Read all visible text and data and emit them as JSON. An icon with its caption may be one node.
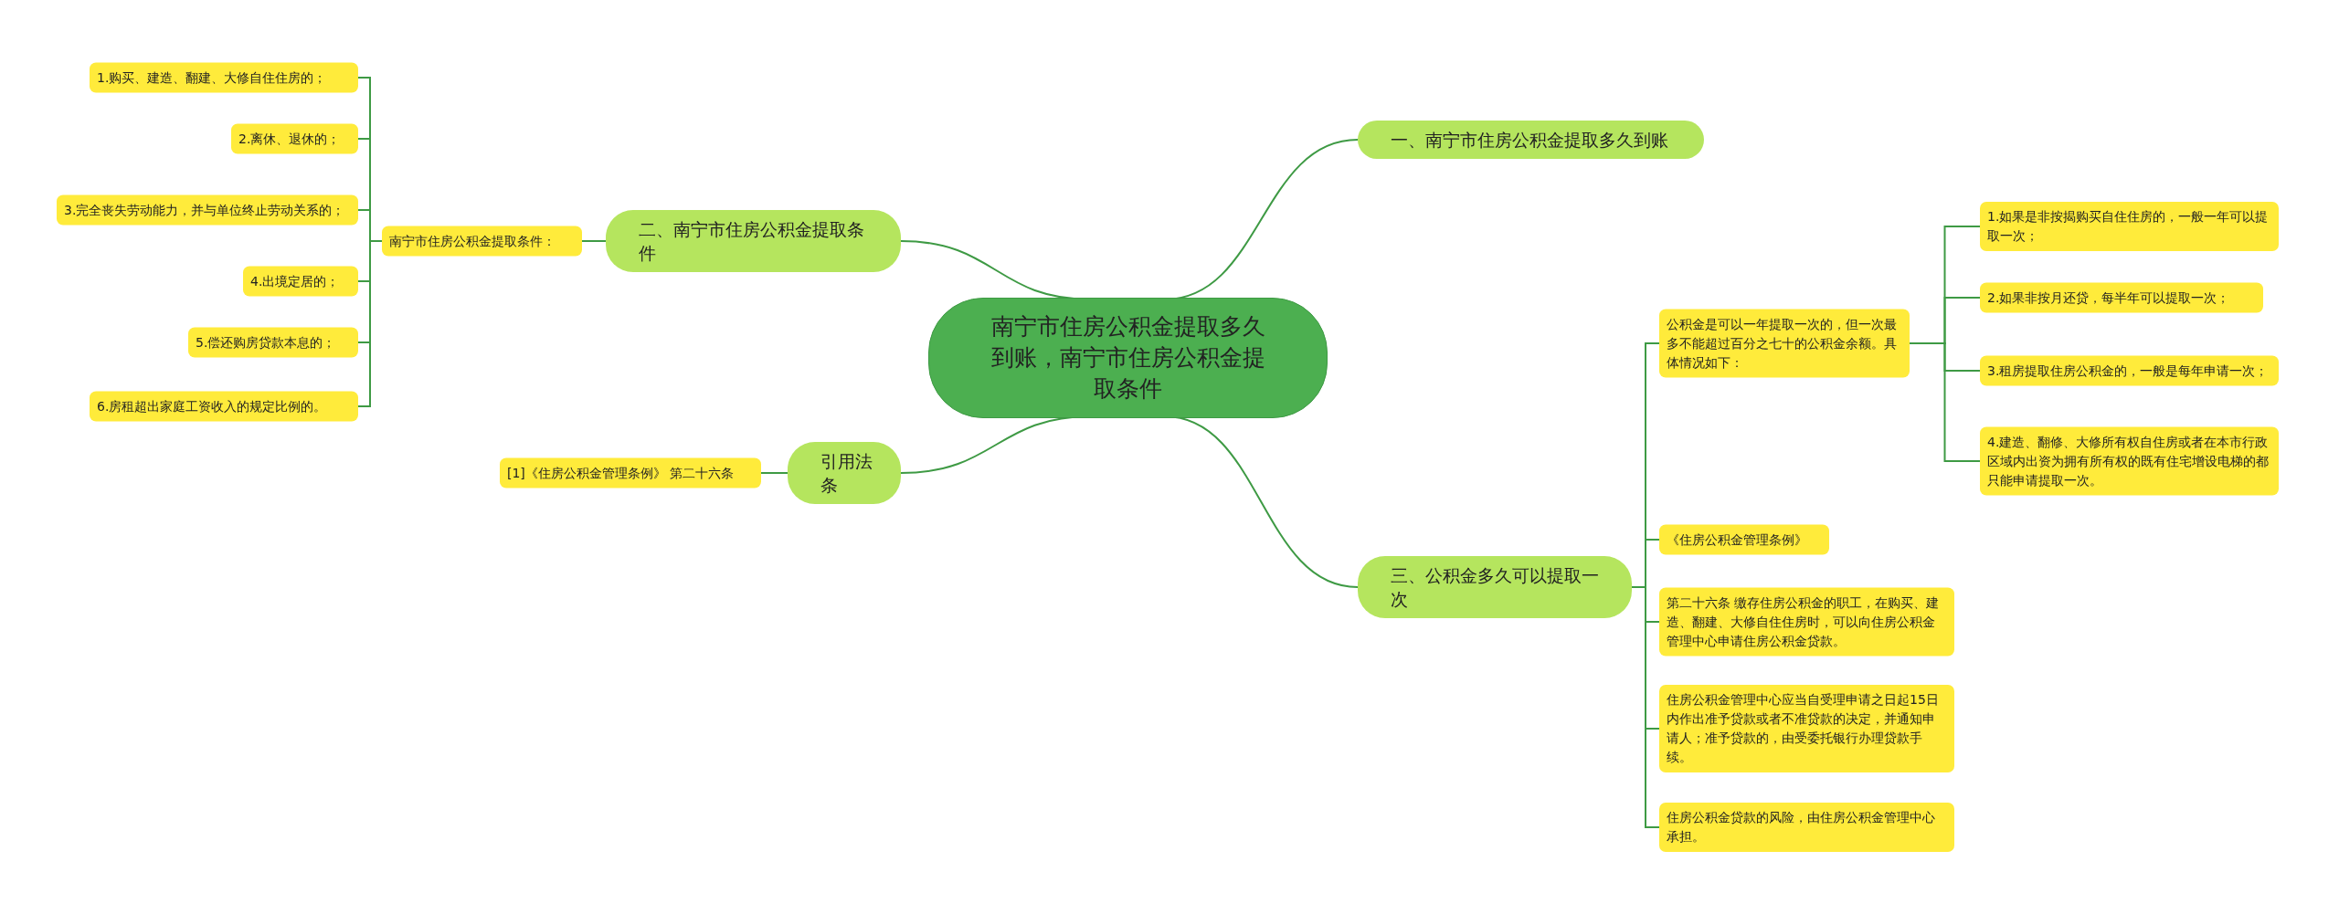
{
  "diagram": {
    "nodes": [
      {
        "text": [
          "南宁市住房公积金提取多久到账，南宁市住房公积金提取条件"
        ]
      },
      {
        "text": [
          "一、南宁市住房公积金提取多久到账"
        ]
      },
      {
        "text": [
          "二、南宁市住房公积金提取条件"
        ]
      },
      {
        "text": [
          "南宁市住房公积金提取条件："
        ]
      },
      {
        "text": [
          "1.购买、建造、翻建、大修自住住房的；"
        ]
      },
      {
        "text": [
          "2.离休、退休的；"
        ]
      },
      {
        "text": [
          "3.完全丧失劳动能力，并与单位终止劳动关系的；"
        ]
      },
      {
        "text": [
          "4.出境定居的；"
        ]
      },
      {
        "text": [
          "5.偿还购房贷款本息的；"
        ]
      },
      {
        "text": [
          "6.房租超出家庭工资收入的规定比例的。"
        ]
      },
      {
        "text": [
          "引用法条"
        ]
      },
      {
        "text": [
          "[1]《住房公积金管理条例》 第二十六条"
        ]
      },
      {
        "text": [
          "三、公积金多久可以提取一次"
        ]
      },
      {
        "text": [
          "公积金是可以一年提取一次的，但一次最多不能超过百分之七十的公积金余额。具体情况如下："
        ]
      },
      {
        "text": [
          "1.如果是非按揭购买自住住房的，一般一年可以提取一次；"
        ]
      },
      {
        "text": [
          "2.如果非按月还贷，每半年可以提取一次；"
        ]
      },
      {
        "text": [
          "3.租房提取住房公积金的，一般是每年申请一次；"
        ]
      },
      {
        "text": [
          "4.建造、翻修、大修所有权自住房或者在本市行政区域内出资为拥有所有权的既有住宅增设电梯的都只能申请提取一次。"
        ]
      },
      {
        "text": [
          "《住房公积金管理条例》"
        ]
      },
      {
        "text": [
          "第二十六条  缴存住房公积金的职工，在购买、建造、翻建、大修自住住房时，可以向住房公积金管理中心申请住房公积金贷款。"
        ]
      },
      {
        "text": [
          "住房公积金管理中心应当自受理申请之日起15日内作出准予贷款或者不准贷款的决定，并通知申请人；准予贷款的，由受委托银行办理贷款手续。"
        ]
      },
      {
        "text": [
          "住房公积金贷款的风险，由住房公积金管理中心承担。"
        ]
      }
    ],
    "edges": [
      {
        "from": 0,
        "to": 1,
        "arrow": "none"
      },
      {
        "from": 0,
        "to": 2,
        "arrow": "none"
      },
      {
        "from": 2,
        "to": 3,
        "arrow": "none"
      },
      {
        "from": 3,
        "to": 4,
        "arrow": "none"
      },
      {
        "from": 3,
        "to": 5,
        "arrow": "none"
      },
      {
        "from": 3,
        "to": 6,
        "arrow": "none"
      },
      {
        "from": 3,
        "to": 7,
        "arrow": "none"
      },
      {
        "from": 3,
        "to": 8,
        "arrow": "none"
      },
      {
        "from": 3,
        "to": 9,
        "arrow": "none"
      },
      {
        "from": 0,
        "to": 10,
        "arrow": "none"
      },
      {
        "from": 10,
        "to": 11,
        "arrow": "none"
      },
      {
        "from": 0,
        "to": 12,
        "arrow": "none"
      },
      {
        "from": 12,
        "to": 13,
        "arrow": "none"
      },
      {
        "from": 13,
        "to": 14,
        "arrow": "none"
      },
      {
        "from": 13,
        "to": 15,
        "arrow": "none"
      },
      {
        "from": 13,
        "to": 16,
        "arrow": "none"
      },
      {
        "from": 13,
        "to": 17,
        "arrow": "none"
      },
      {
        "from": 12,
        "to": 18,
        "arrow": "none"
      },
      {
        "from": 12,
        "to": 19,
        "arrow": "none"
      },
      {
        "from": 12,
        "to": 20,
        "arrow": "none"
      },
      {
        "from": 12,
        "to": 21,
        "arrow": "none"
      }
    ]
  }
}
